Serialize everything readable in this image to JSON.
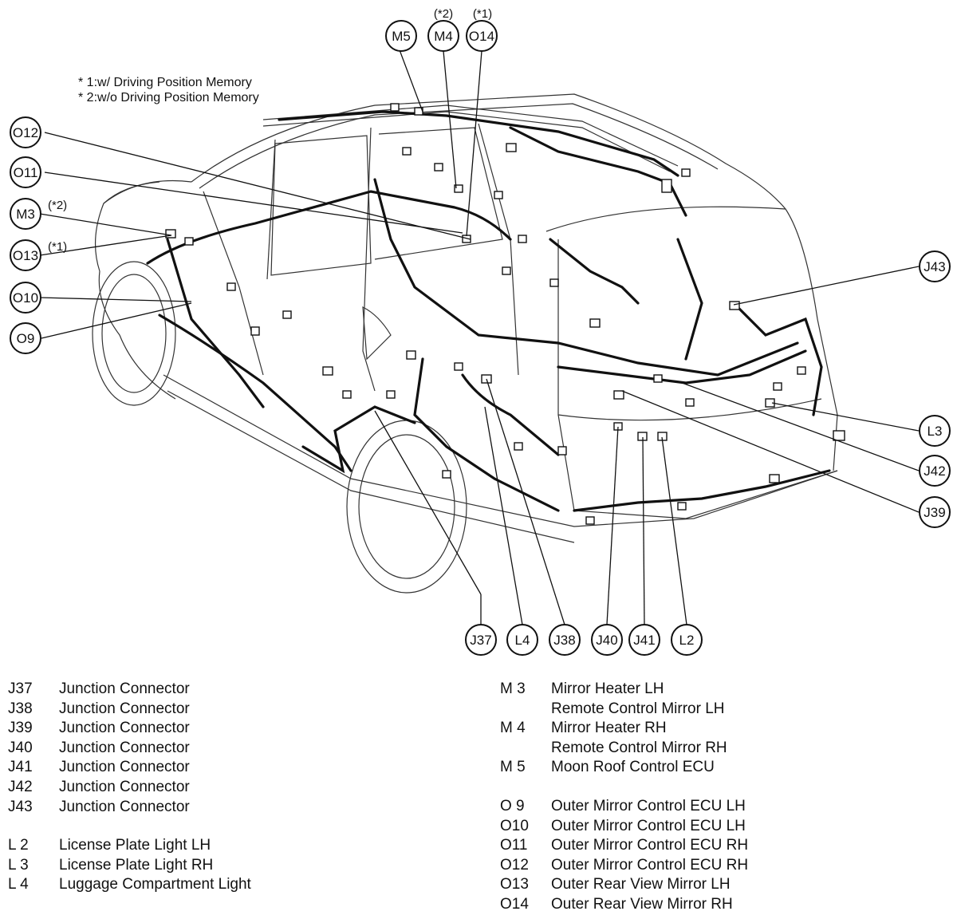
{
  "notes": [
    "* 1:w/ Driving Position Memory",
    "* 2:w/o Driving Position Memory"
  ],
  "callouts": {
    "M5": "M5",
    "M4": "M4",
    "O14": "O14",
    "M4_mark": "(*2)",
    "O14_mark": "(*1)",
    "O12": "O12",
    "O11": "O11",
    "M3": "M3",
    "M3_mark": "(*2)",
    "O13": "O13",
    "O13_mark": "(*1)",
    "O10": "O10",
    "O9": "O9",
    "J43": "J43",
    "L3": "L3",
    "J42": "J42",
    "J39": "J39",
    "J37": "J37",
    "L4": "L4",
    "J38": "J38",
    "J40": "J40",
    "J41": "J41",
    "L2": "L2"
  },
  "legend_left": [
    {
      "code": "J37",
      "desc": "Junction Connector"
    },
    {
      "code": "J38",
      "desc": "Junction Connector"
    },
    {
      "code": "J39",
      "desc": "Junction Connector"
    },
    {
      "code": "J40",
      "desc": "Junction Connector"
    },
    {
      "code": "J41",
      "desc": "Junction Connector"
    },
    {
      "code": "J42",
      "desc": "Junction Connector"
    },
    {
      "code": "J43",
      "desc": "Junction Connector"
    },
    {
      "code": "",
      "desc": ""
    },
    {
      "code": "L 2",
      "desc": "License Plate Light LH"
    },
    {
      "code": "L 3",
      "desc": "License Plate Light RH"
    },
    {
      "code": "L 4",
      "desc": "Luggage Compartment Light"
    }
  ],
  "legend_right": [
    {
      "code": "M 3",
      "desc": "Mirror Heater LH"
    },
    {
      "code": "",
      "desc": "Remote Control Mirror LH"
    },
    {
      "code": "M 4",
      "desc": "Mirror Heater RH"
    },
    {
      "code": "",
      "desc": "Remote Control Mirror RH"
    },
    {
      "code": "M 5",
      "desc": "Moon Roof Control ECU"
    },
    {
      "code": "",
      "desc": ""
    },
    {
      "code": "O 9",
      "desc": "Outer Mirror Control ECU LH"
    },
    {
      "code": "O10",
      "desc": "Outer Mirror Control ECU LH"
    },
    {
      "code": "O11",
      "desc": "Outer Mirror Control ECU RH"
    },
    {
      "code": "O12",
      "desc": "Outer Mirror Control ECU RH"
    },
    {
      "code": "O13",
      "desc": "Outer Rear View Mirror LH"
    },
    {
      "code": "O14",
      "desc": "Outer Rear View Mirror RH"
    }
  ]
}
